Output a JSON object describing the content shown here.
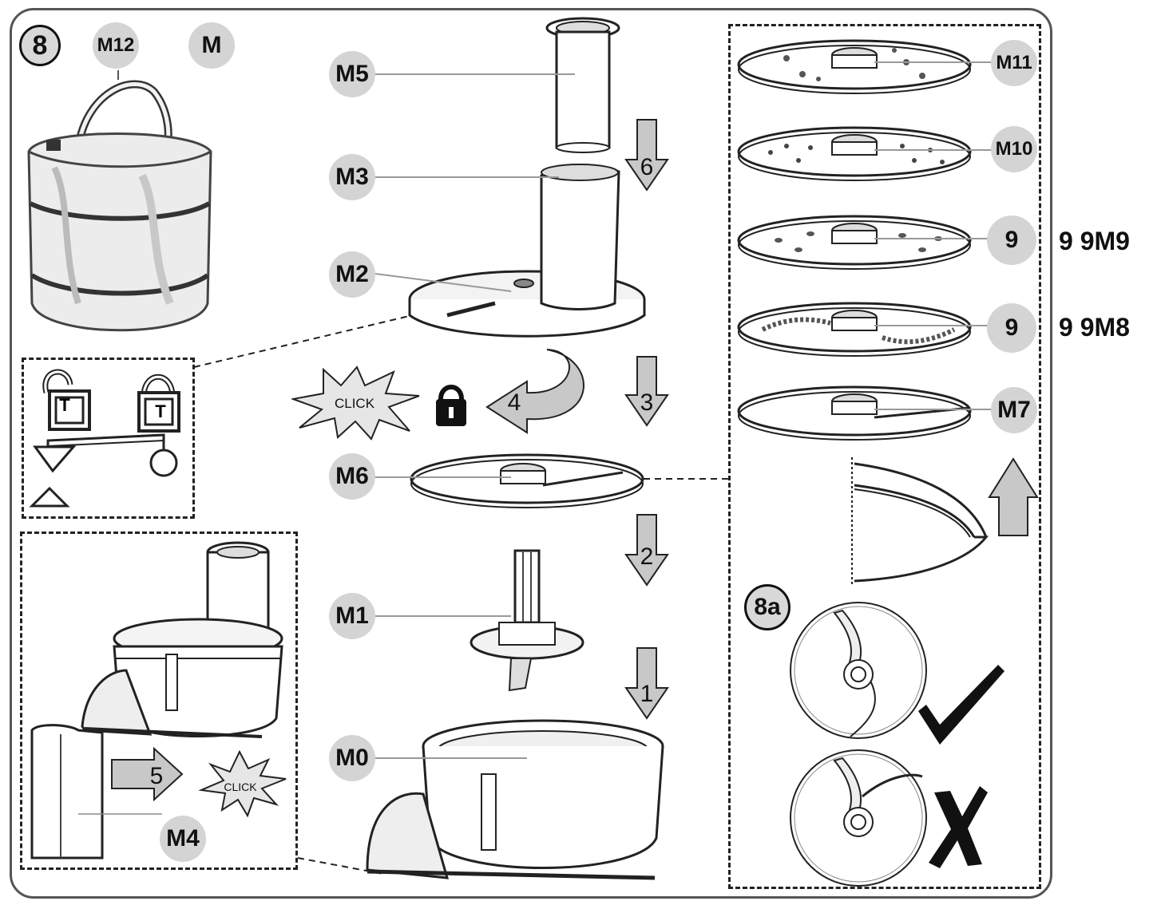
{
  "figure": {
    "main_badge": "8",
    "sub_badge": "8a"
  },
  "labels": {
    "m12": "M12",
    "m_top": "M",
    "m5": "M5",
    "m3": "M3",
    "m2": "M2",
    "m6": "M6",
    "m1": "M1",
    "m0": "M0",
    "m4": "M4",
    "m11": "M11",
    "m10": "M10",
    "m9_circle": "9",
    "m8_circle": "9",
    "m7": "M7"
  },
  "side_labels": {
    "row_m9": "9   9M9",
    "row_m8": "9   9M8"
  },
  "steps": {
    "s1": "1",
    "s2": "2",
    "s3": "3",
    "s4": "4",
    "s5": "5",
    "s6": "6"
  },
  "click": {
    "main": "CLICK",
    "small": "CLICK"
  },
  "lock_letter": "T",
  "colors": {
    "label_circle": "#d4d4d4",
    "arrow_fill": "#c8c8c8",
    "line": "#222222"
  }
}
